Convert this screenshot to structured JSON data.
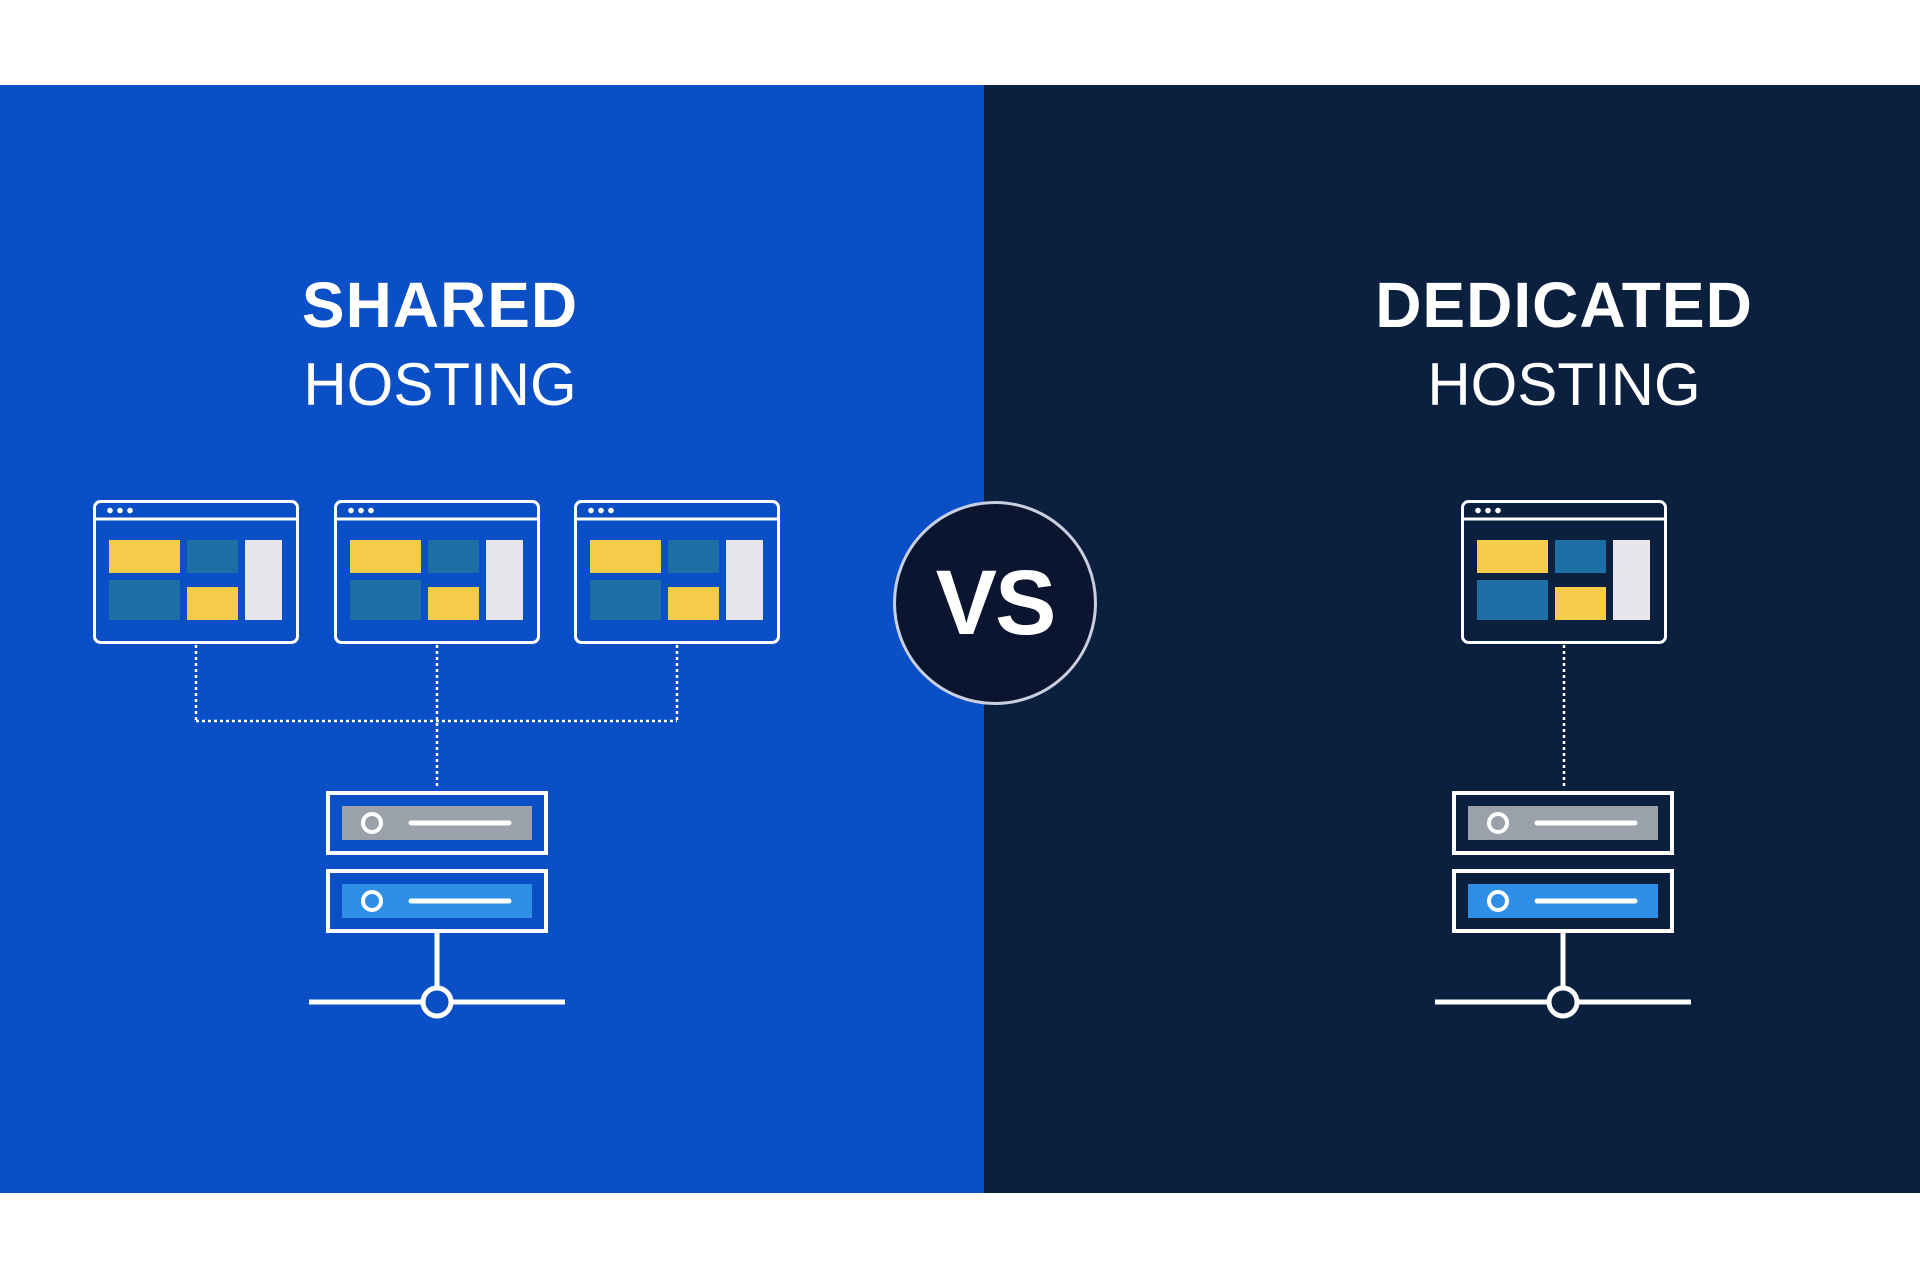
{
  "colors": {
    "shared_bg": "#0a4fc5",
    "dedicated_bg": "#0b1f3f",
    "outline": "#ffffff",
    "yellow": "#f5cb4a",
    "teal": "#1e6ea6",
    "light_gray": "#e6e6ec",
    "server_gray": "#9aa1ab",
    "server_blue": "#2f8ee6",
    "vs_bg": "#0c1530"
  },
  "shared": {
    "title_top": "SHARED",
    "title_bottom": "HOSTING"
  },
  "dedicated": {
    "title_top": "DEDICATED",
    "title_bottom": "HOSTING"
  },
  "vs": {
    "label": "VS"
  },
  "icons": {
    "website": "browser-window-icon",
    "server": "server-rack-icon",
    "network": "network-node-icon"
  }
}
